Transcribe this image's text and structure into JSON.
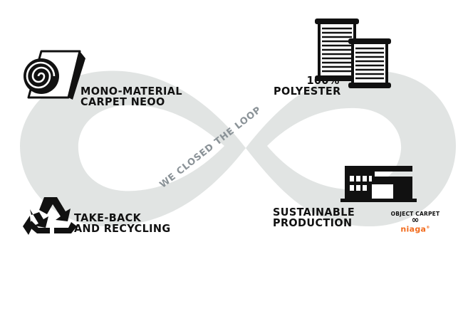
{
  "diagram": {
    "loop_text": "WE CLOSED THE LOOP",
    "steps": [
      {
        "line1": "MONO-MATERIAL",
        "line2": "CARPET NEOO",
        "icon": "carpet-roll-icon"
      },
      {
        "line1": "100%",
        "line2": "POLYESTER",
        "icon": "yarn-spools-icon"
      },
      {
        "line1": "SUSTAINABLE",
        "line2": "PRODUCTION",
        "icon": "factory-icon"
      },
      {
        "line1": "TAKE-BACK",
        "line2": "AND RECYCLING",
        "icon": "recycle-icon"
      }
    ]
  },
  "brand": {
    "name": "OBJECT CARPET",
    "symbol": "∞",
    "partner": "niaga",
    "partner_mark": "®"
  },
  "colors": {
    "loop": "#e1e4e3",
    "loop_text": "#8a9297",
    "text": "#111111",
    "accent": "#f26b1d"
  }
}
